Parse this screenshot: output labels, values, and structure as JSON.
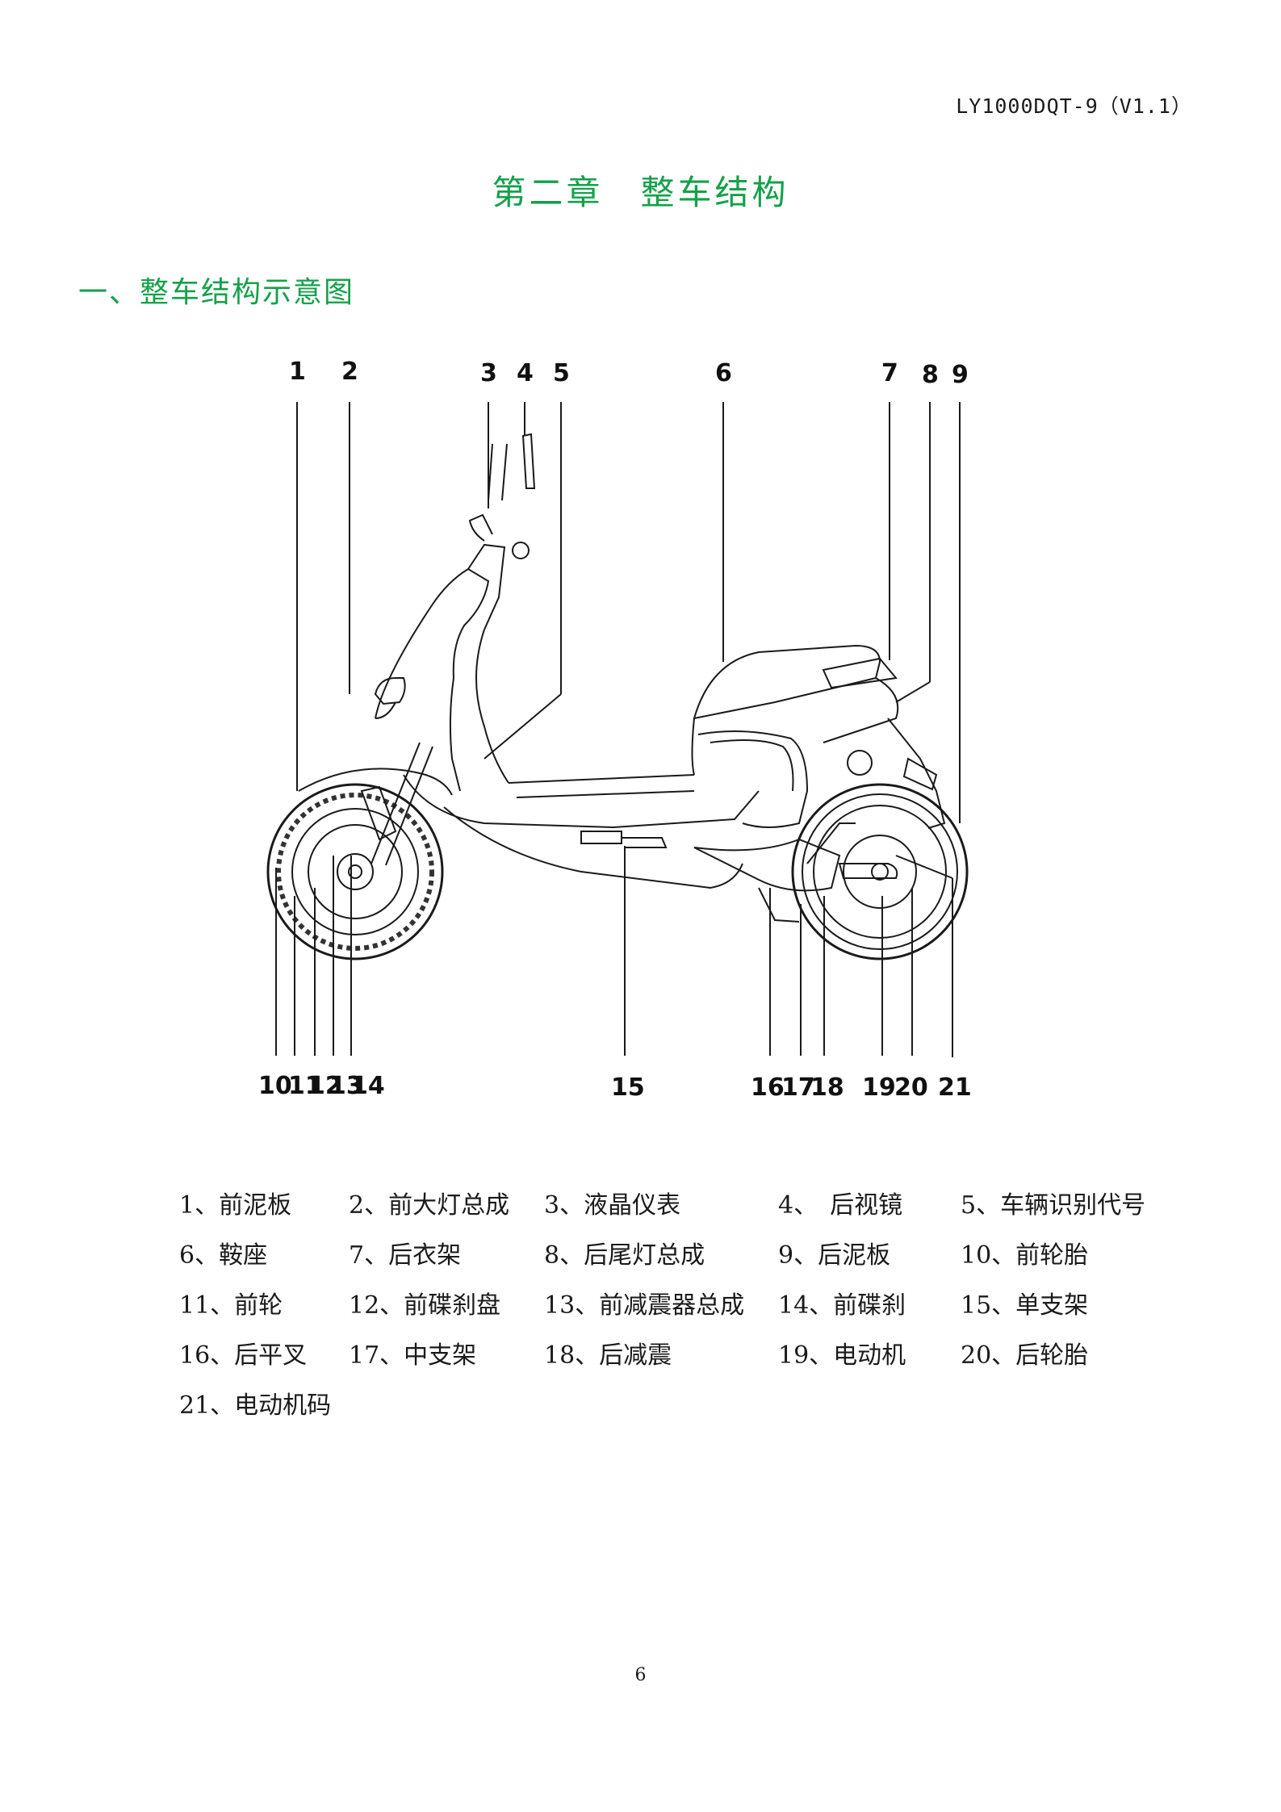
{
  "header": {
    "doc_code": "LY1000DQT-9（V1.1）"
  },
  "chapter": {
    "title": "第二章　整车结构"
  },
  "section": {
    "title": "一、整车结构示意图"
  },
  "diagram": {
    "callouts": [
      "1",
      "2",
      "3",
      "4",
      "5",
      "6",
      "7",
      "8",
      "9",
      "10",
      "11",
      "12",
      "13",
      "14",
      "15",
      "16",
      "17",
      "18",
      "19",
      "20",
      "21"
    ]
  },
  "legend": {
    "rows": [
      [
        "1、前泥板",
        "2、前大灯总成",
        "3、液晶仪表",
        "4、　后视镜",
        "5、车辆识别代号"
      ],
      [
        "6、鞍座",
        "7、后衣架",
        "8、后尾灯总成",
        "9、后泥板",
        "10、前轮胎"
      ],
      [
        "11、前轮",
        "12、前碟刹盘",
        "13、前减震器总成",
        "14、前碟刹",
        "15、单支架"
      ],
      [
        "16、后平叉",
        "17、中支架",
        "18、后减震",
        "19、电动机",
        "20、后轮胎"
      ],
      [
        "21、电动机码"
      ]
    ]
  },
  "footer": {
    "page_number": "6"
  }
}
